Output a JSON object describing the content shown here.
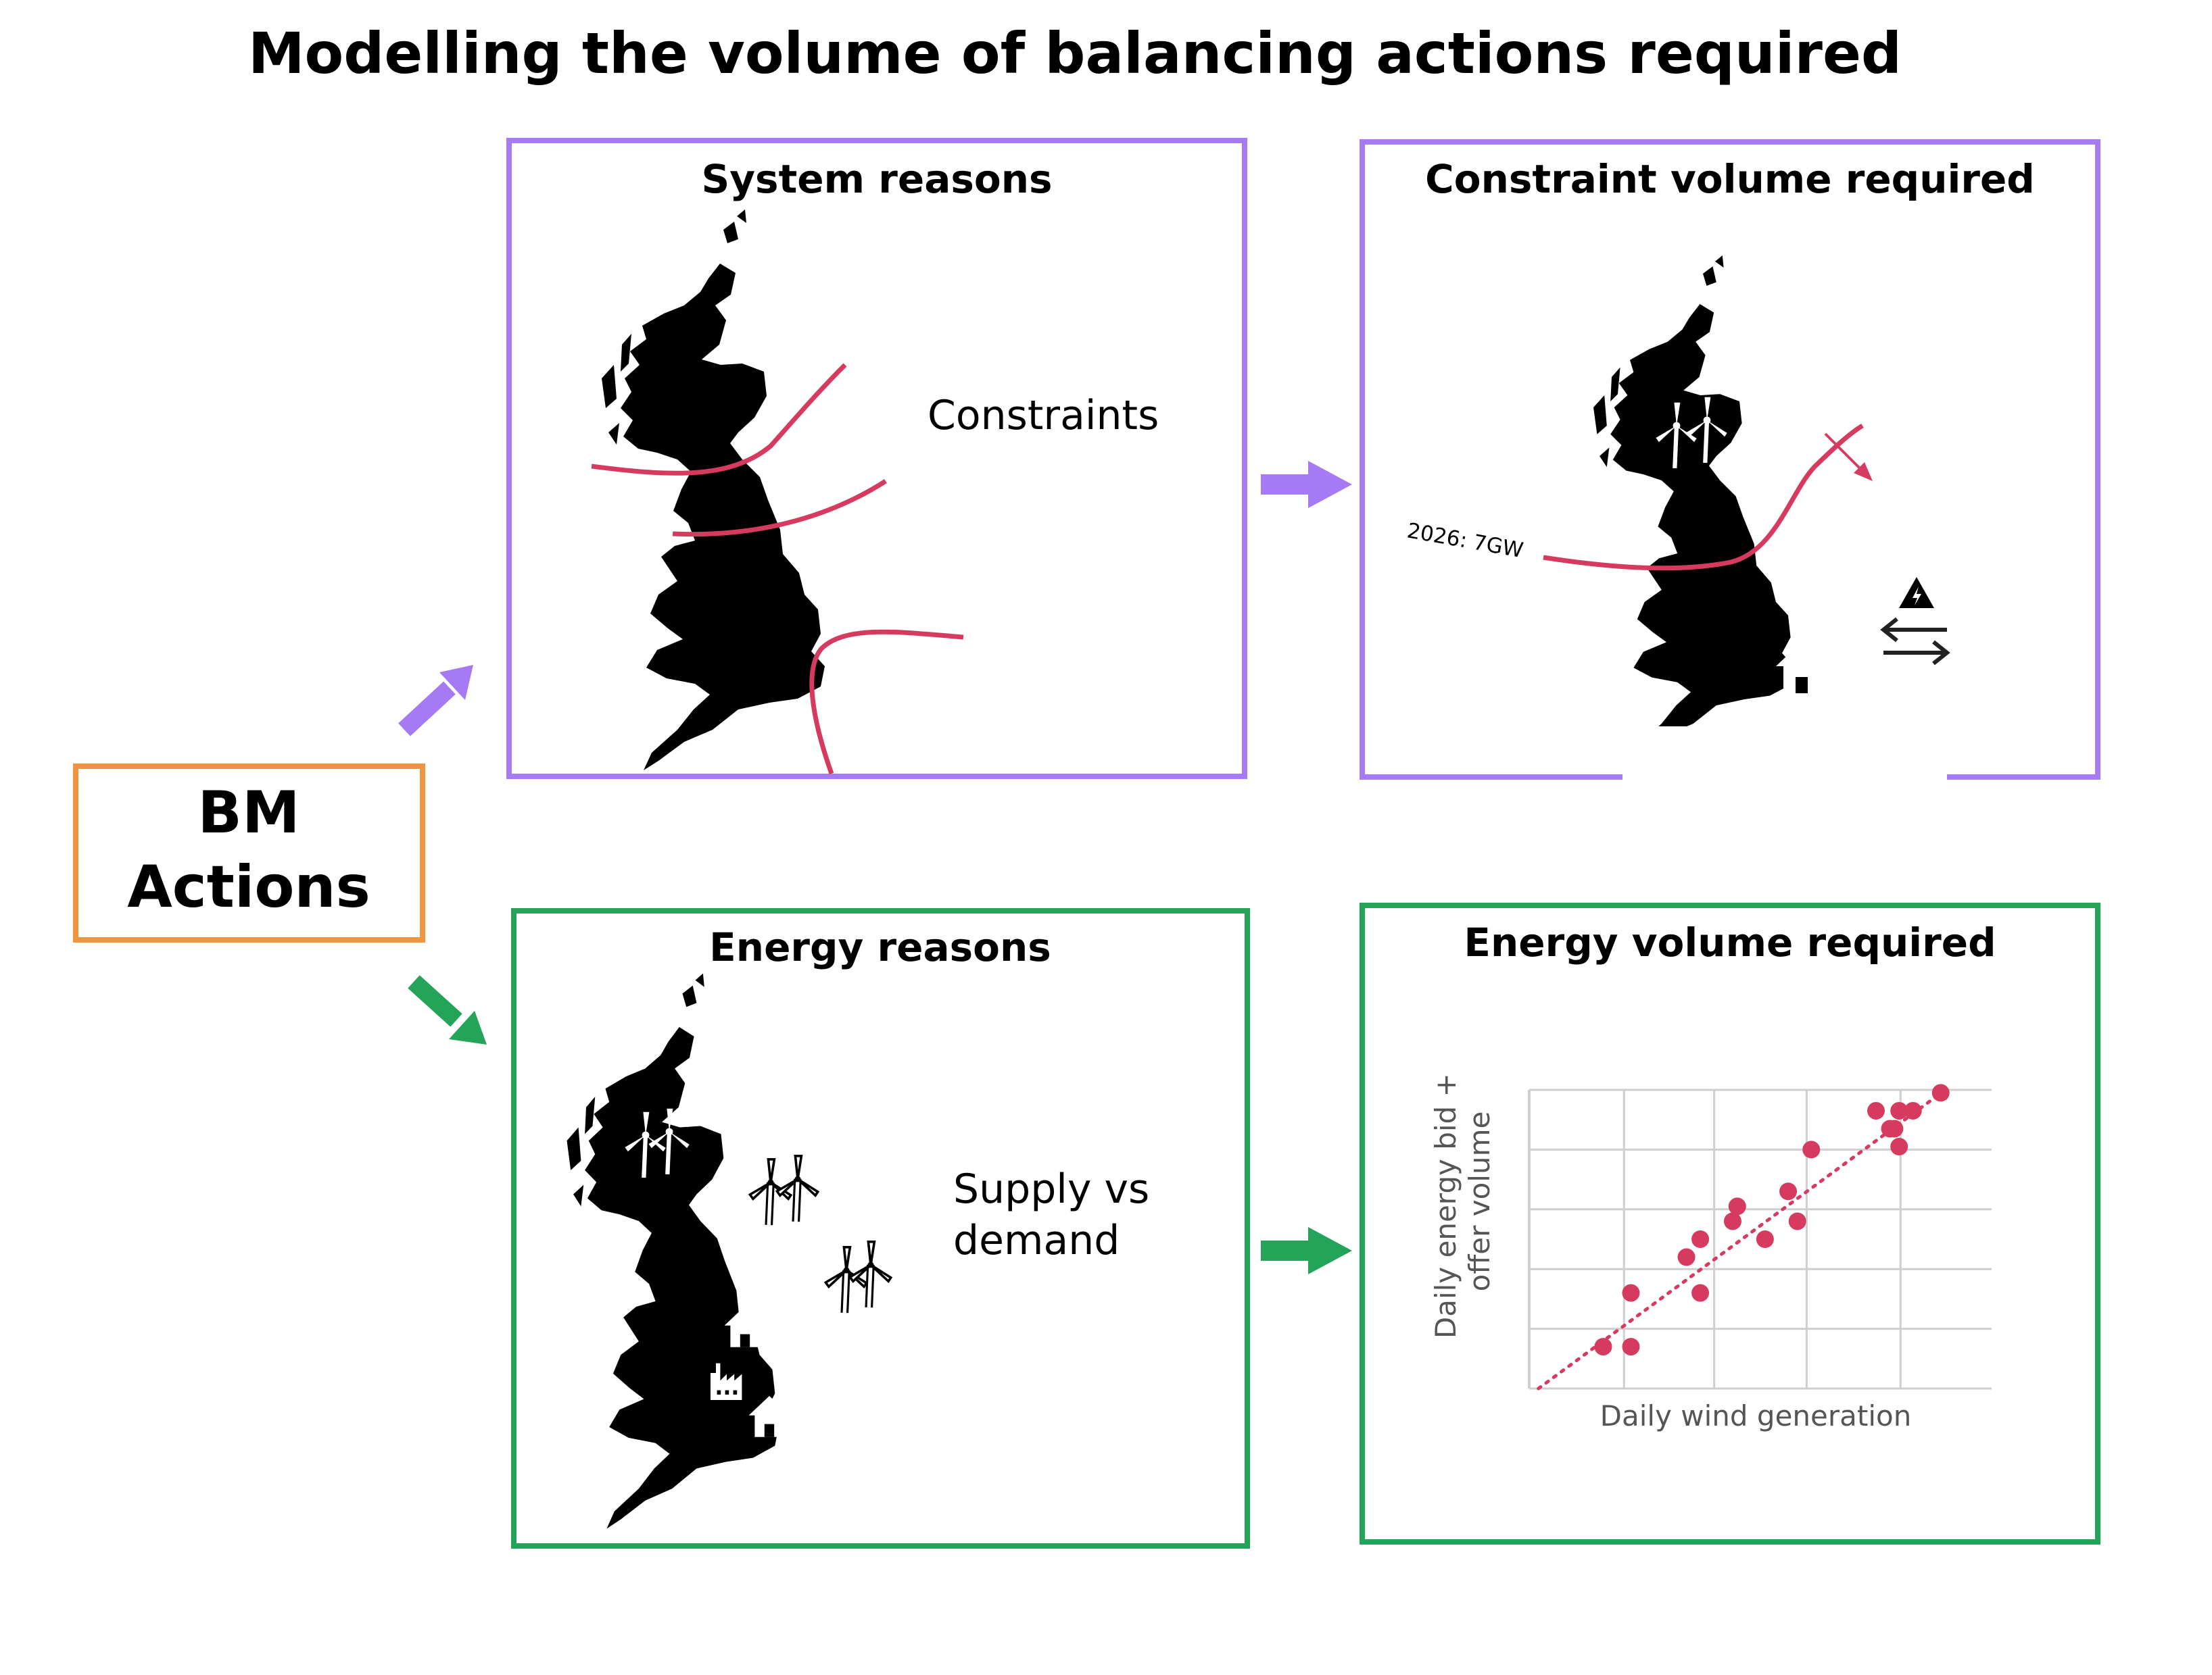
{
  "title": "Modelling the volume of balancing actions required",
  "source_box": {
    "label_line1": "BM",
    "label_line2": "Actions",
    "color": "#f0953f"
  },
  "colors": {
    "system": "#a67af5",
    "energy": "#24a459",
    "constraint_line": "#d63b5f",
    "scatter_point": "#d63b5f",
    "grid": "#cfcfcf"
  },
  "panels": {
    "system_reasons": {
      "heading": "System reasons",
      "label": "Constraints"
    },
    "constraint_volume": {
      "heading": "Constraint volume required",
      "boundary_label": "2026: 7GW"
    },
    "energy_reasons": {
      "heading": "Energy reasons",
      "label_line1": "Supply vs",
      "label_line2": "demand"
    },
    "energy_volume": {
      "heading": "Energy volume required"
    }
  },
  "icons": [
    "wind-turbine-icon",
    "house-icon",
    "factory-icon",
    "electricity-warning-icon",
    "interconnector-arrows-icon",
    "arrow-right-icon"
  ],
  "chart_data": {
    "type": "scatter",
    "title": "",
    "xlabel": "Daily wind generation",
    "ylabel": "Daily energy bid + offer volume",
    "xlim": [
      0,
      100
    ],
    "ylim": [
      0,
      100
    ],
    "grid": true,
    "trendline": "dotted linear",
    "series": [
      {
        "x": [
          16,
          22,
          22,
          34,
          37,
          37,
          44,
          45,
          51,
          56,
          58,
          61,
          75,
          78,
          79,
          80,
          80,
          83,
          89
        ],
        "y": [
          14,
          14,
          32,
          44,
          32,
          50,
          56,
          61,
          50,
          66,
          56,
          80,
          93,
          87,
          87,
          93,
          81,
          93,
          99
        ]
      }
    ]
  }
}
